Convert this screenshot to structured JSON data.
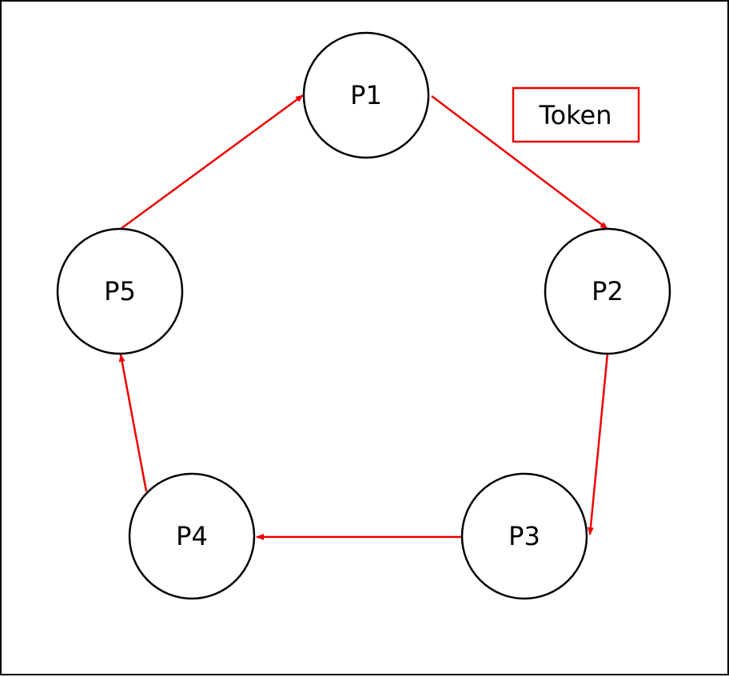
{
  "diagram": {
    "nodes": [
      {
        "id": "P1",
        "label": "P1"
      },
      {
        "id": "P2",
        "label": "P2"
      },
      {
        "id": "P3",
        "label": "P3"
      },
      {
        "id": "P4",
        "label": "P4"
      },
      {
        "id": "P5",
        "label": "P5"
      }
    ],
    "edges": [
      {
        "from": "P1",
        "to": "P2"
      },
      {
        "from": "P2",
        "to": "P3"
      },
      {
        "from": "P3",
        "to": "P4"
      },
      {
        "from": "P4",
        "to": "P5"
      },
      {
        "from": "P5",
        "to": "P1"
      }
    ],
    "token": {
      "label": "Token"
    },
    "colors": {
      "edge": "#ee0000",
      "node_stroke": "#000000",
      "token_border": "#ee0000"
    }
  }
}
